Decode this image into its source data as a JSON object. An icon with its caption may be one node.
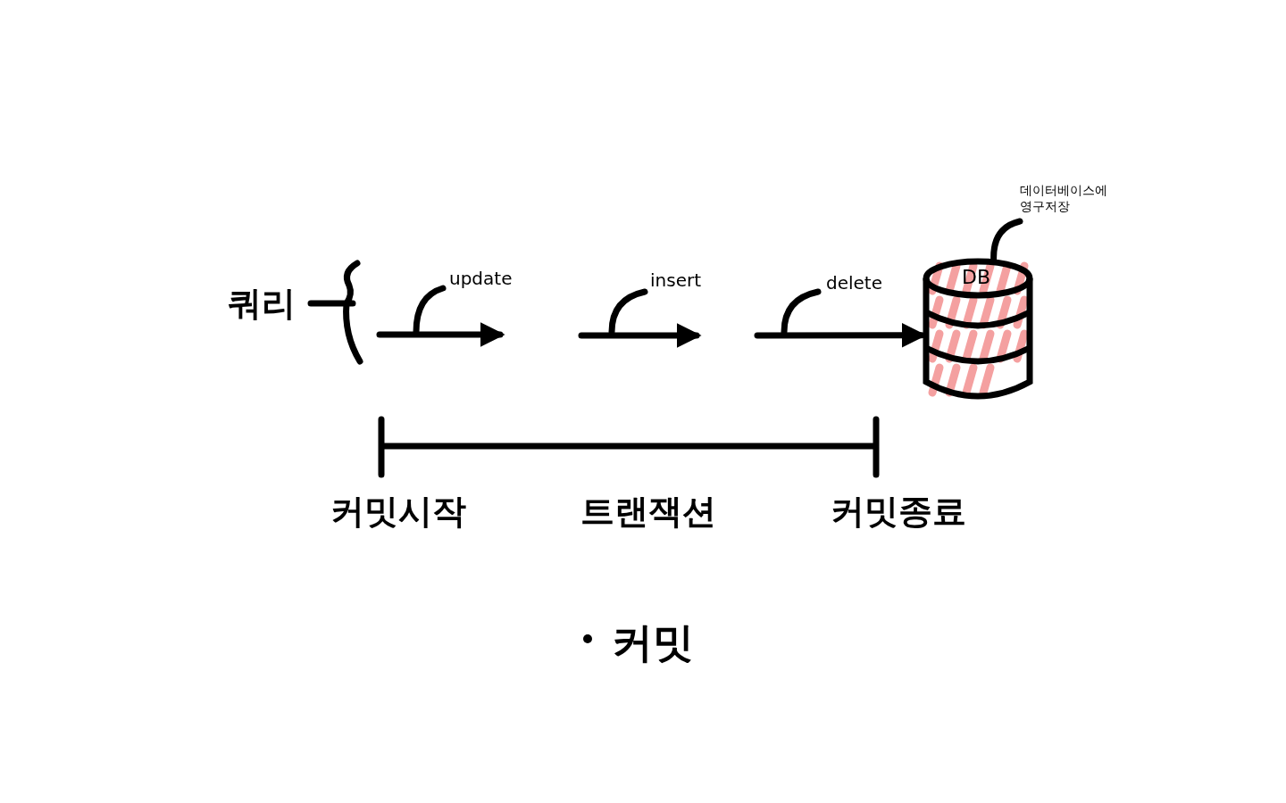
{
  "diagram": {
    "title": "커밋",
    "nodes": [
      {
        "text": [
          "쿼리"
        ]
      },
      {
        "text": [
          "DB"
        ]
      },
      {
        "text": [
          "데이터베이스에 영구저장"
        ]
      }
    ],
    "edges": [
      {
        "from": 0,
        "to": null,
        "arrow": "to",
        "label": "update"
      },
      {
        "from": 2,
        "to": 1,
        "arrow": "none"
      },
      {
        "from": null,
        "to": 1,
        "arrow": "to",
        "label": "delete"
      }
    ],
    "labels": [
      "insert",
      "커밋시작",
      "트랜잭션",
      "커밋종료"
    ]
  }
}
